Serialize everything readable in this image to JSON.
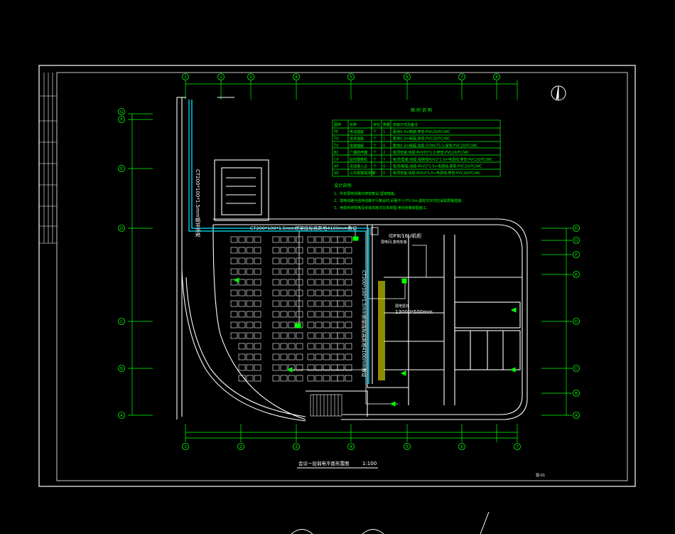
{
  "drawing": {
    "title": "会议一层弱电平面布置图",
    "scale": "1:100",
    "sheet_code": "弱-01"
  },
  "grid": {
    "top_axes": [
      "1",
      "2",
      "3",
      "4",
      "5",
      "6",
      "7",
      "8"
    ],
    "right_axes": [
      "A",
      "B",
      "C",
      "D",
      "E",
      "F",
      "G",
      "H"
    ],
    "left_axes": [
      "A",
      "B",
      "C",
      "D",
      "E",
      "F",
      "G"
    ]
  },
  "legend": {
    "title": "图 例 说 明",
    "headers": [
      "图例",
      "名称",
      "单位",
      "数量",
      "安装方式及备注"
    ],
    "rows": [
      [
        "TP",
        "电话插座",
        "个",
        "1",
        "距地0.3m暗装,穿管:PVC20/FC/WC"
      ],
      [
        "TO",
        "信息插座",
        "个",
        "1",
        "距地0.3m暗装,穿管:PVC20/FC/WC"
      ],
      [
        "TV",
        "电视插座",
        "个",
        "0",
        "距地0.3m暗装,线缆:SYWV75-5,穿管:PVC20/FC/WC"
      ],
      [
        "BC",
        "广播扬声器",
        "个",
        "2",
        "吸顶安装,线缆:RVVP2*1.0,穿管:PVC20/FC/WC"
      ],
      [
        "CP",
        "监控摄像机",
        "个",
        "7",
        "吸顶/壁装,线缆:视频线RVV2*1.0+电源线,穿管:PVC20/FC/WC"
      ],
      [
        "AP",
        "无线接入点",
        "个",
        "0",
        "吸顶/壁装,线缆:RVV2*1.0+电源线,穿管:PVC20/FC/WC"
      ],
      [
        "SD",
        "火灾报警探测器",
        "个",
        "0",
        "吸顶安装,线缆:RVS2*1.0+电源线,穿管:PVC20/FC/WC"
      ]
    ]
  },
  "notes": {
    "title": "设计说明:",
    "items": [
      "1、所有弱电线路均穿管敷设,埋墙暗装。",
      "2、弱电线路与强电线路平行敷设时,间距不小于0.3m,遇有交叉时应采取屏蔽措施。",
      "3、电缆桥架规格及安装高度详见系统图,电线管路按图施工。"
    ]
  },
  "annotations": {
    "tray_vertical_left": "CT200*100*1.5mm镀锌桥架",
    "tray_horizontal": "CT200*100*1.5mm桥架底标高距地4100mm敷设",
    "tray_vertical_right": "CT200*100*1.5mm桥架底标高距地4100mm敷设",
    "idf_label": "IDF8/16U机柜",
    "idf_note": "弱电间,落地安装",
    "shaft_label": "弱电竖井",
    "shaft_size": "13000*500mm"
  },
  "colors": {
    "background": "#000000",
    "lines": "#ffffff",
    "dimension": "#00ff00",
    "tray": "#00ffff",
    "grid_bubble": "#00ff00",
    "equipment": "#00ff00"
  }
}
